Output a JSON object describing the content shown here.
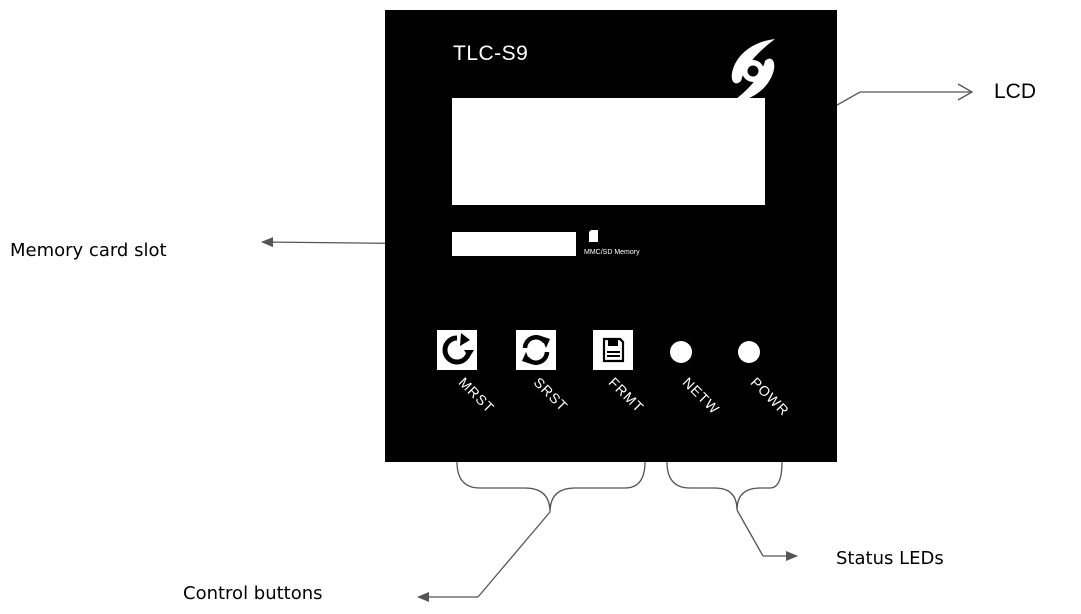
{
  "device": {
    "model": "TLC-S9",
    "card_slot_label": "MMC/SD Memory",
    "buttons": [
      {
        "label": "MRST",
        "icon": "refresh-single-icon"
      },
      {
        "label": "SRST",
        "icon": "refresh-cycle-icon"
      },
      {
        "label": "FRMT",
        "icon": "floppy-disk-icon"
      }
    ],
    "leds": [
      {
        "label": "NETW"
      },
      {
        "label": "POWR"
      }
    ],
    "logo_icon": "brand-swirl-logo",
    "colors": {
      "panel": "#000000",
      "face": "#ffffff",
      "annotation": "#555555"
    }
  },
  "callouts": {
    "lcd": "LCD",
    "memory_card_slot": "Memory card slot",
    "control_buttons": "Control buttons",
    "status_leds": "Status LEDs"
  }
}
